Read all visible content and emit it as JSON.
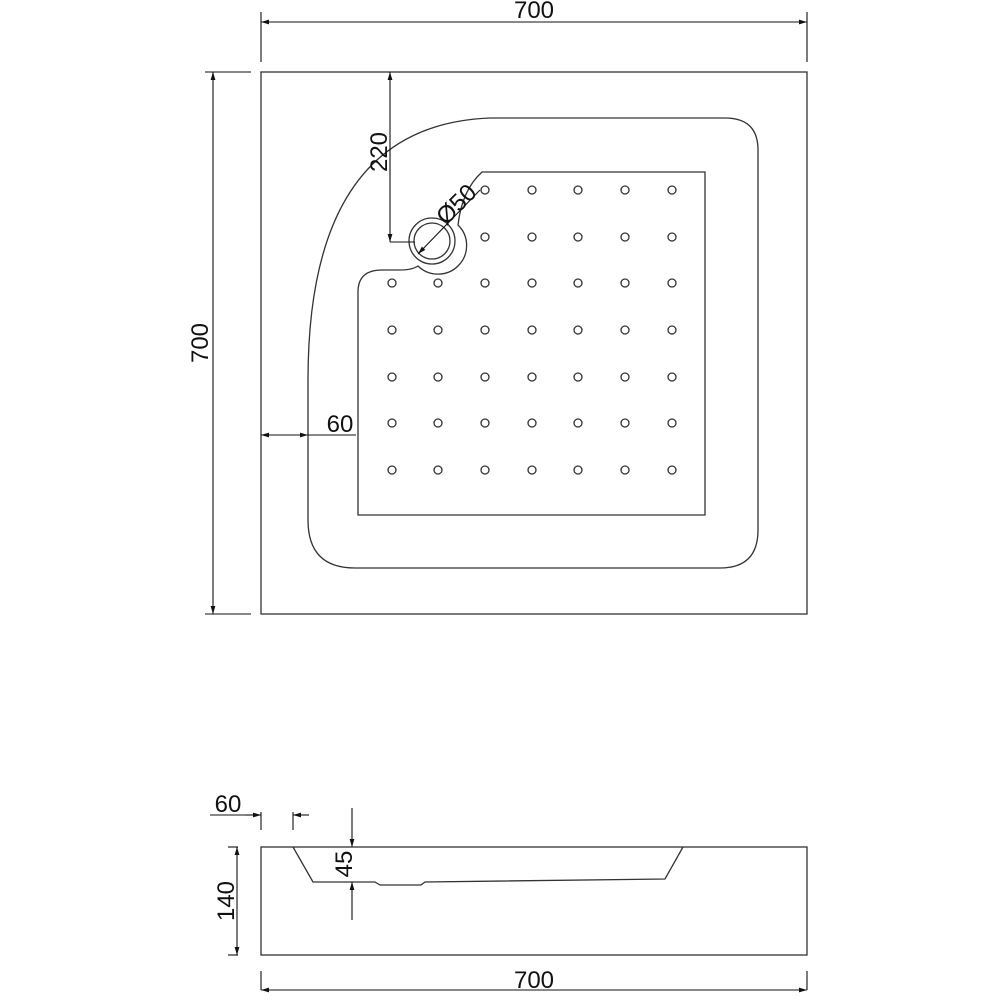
{
  "top_view": {
    "width_label": "700",
    "depth_label": "700",
    "drain_offset_label": "220",
    "drain_diameter_label": "Ø50",
    "rim_width_label": "60"
  },
  "side_view": {
    "rim_width_label": "60",
    "basin_depth_label": "45",
    "height_label": "140",
    "width_label": "700"
  },
  "colors": {
    "line": "#333333",
    "background": "#ffffff"
  }
}
